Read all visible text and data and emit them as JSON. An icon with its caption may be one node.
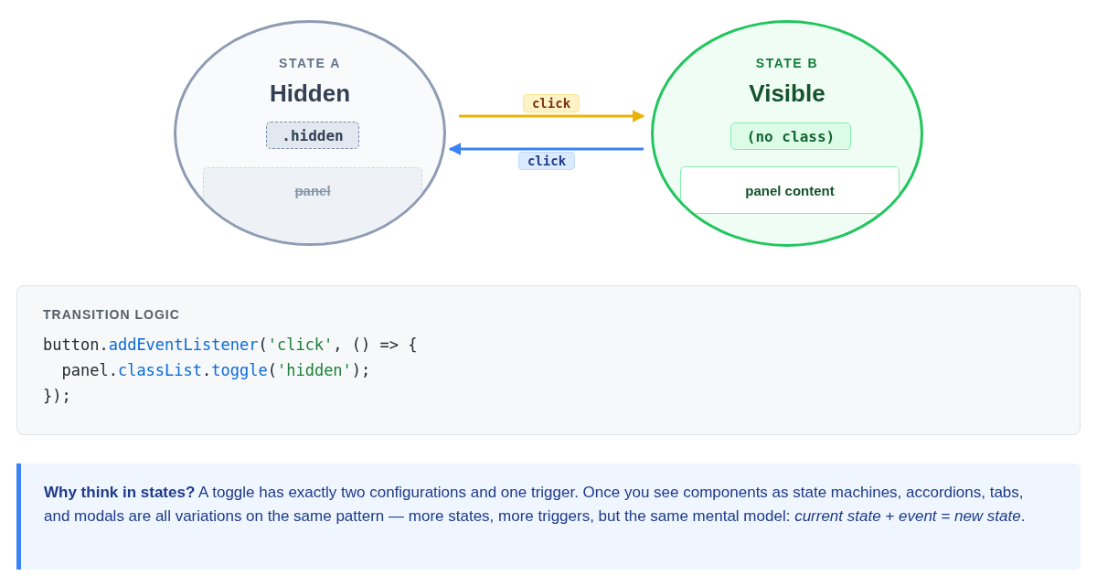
{
  "diagram": {
    "nodes": [
      {
        "text": [
          "STATE A",
          "Hidden"
        ]
      },
      {
        "text": [
          ".hidden"
        ],
        "in": 0
      },
      {
        "text": [
          "panel"
        ],
        "in": 0
      },
      {
        "text": [
          "STATE B",
          "Visible"
        ]
      },
      {
        "text": [
          "(no class)"
        ],
        "in": 3
      },
      {
        "text": [
          "panel content"
        ],
        "in": 3
      },
      {
        "text": [
          "TRANSITION LOGIC",
          "button.addEventListener('click', () => {",
          "  panel.classList.toggle('hidden');",
          "});"
        ]
      },
      {
        "text": [
          "**Why think in states?** A toggle has exactly two configurations and one trigger. Once you see components as state machines, accordions, tabs, and modals are all variations on the same pattern — more states, more triggers, but the same mental model: *current state + event = new state*."
        ]
      }
    ],
    "edges": [
      {
        "from": 0,
        "to": 3,
        "arrow": "to",
        "label": "click",
        "color": "#eab308"
      },
      {
        "from": 3,
        "to": 0,
        "arrow": "to",
        "label": "click",
        "color": "#3b82f6"
      }
    ]
  }
}
